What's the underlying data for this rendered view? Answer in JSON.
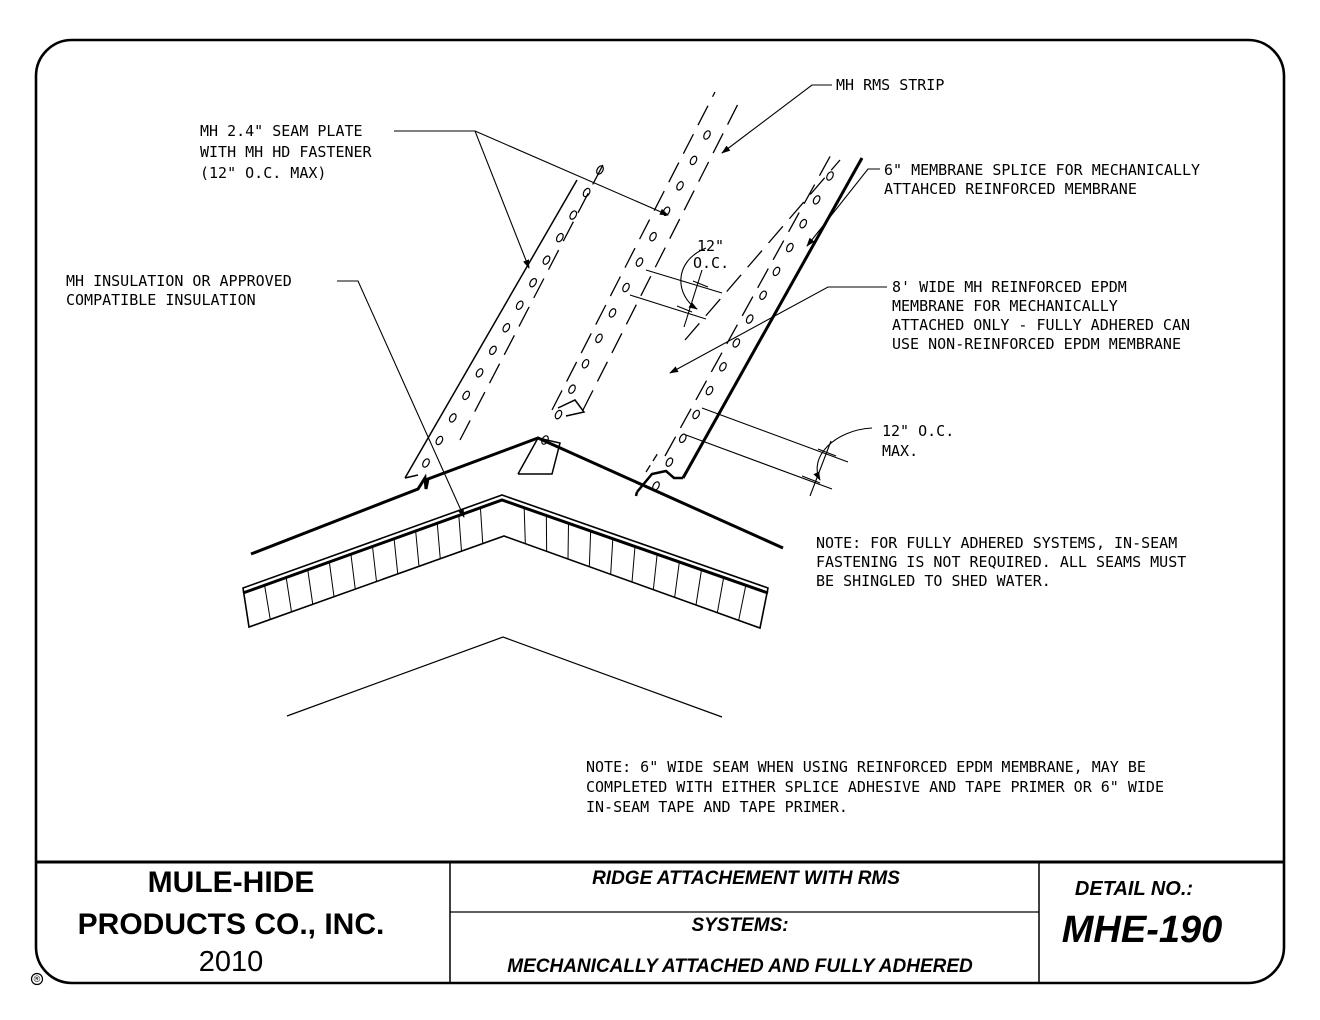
{
  "callouts": {
    "rms_strip": [
      "MH RMS STRIP"
    ],
    "seam_plate": [
      "MH 2.4\" SEAM PLATE",
      "WITH MH HD FASTENER",
      "(12\" O.C. MAX)"
    ],
    "insulation": [
      "MH INSULATION OR APPROVED",
      "COMPATIBLE INSULATION"
    ],
    "splice": [
      "6\" MEMBRANE SPLICE FOR MECHANICALLY",
      "ATTAHCED REINFORCED MEMBRANE"
    ],
    "membrane": [
      "8' WIDE MH REINFORCED EPDM",
      "MEMBRANE FOR MECHANICALLY",
      "ATTACHED ONLY - FULLY ADHERED CAN",
      "USE NON-REINFORCED EPDM MEMBRANE"
    ],
    "oc_upper": [
      "12\"",
      "O.C."
    ],
    "oc_lower": [
      "12\" O.C.",
      "MAX."
    ]
  },
  "notes": {
    "note1": [
      "NOTE:  FOR FULLY ADHERED SYSTEMS, IN-SEAM",
      "FASTENING IS NOT REQUIRED.  ALL SEAMS MUST",
      "BE SHINGLED TO SHED WATER."
    ],
    "note2": [
      "NOTE:  6\" WIDE SEAM WHEN USING REINFORCED EPDM MEMBRANE, MAY BE",
      "COMPLETED WITH EITHER SPLICE ADHESIVE AND TAPE PRIMER OR 6\" WIDE",
      "IN-SEAM TAPE AND TAPE PRIMER."
    ]
  },
  "title_block": {
    "company_line1": "MULE-HIDE",
    "company_line2": "PRODUCTS CO., INC.",
    "year": "2010",
    "title": "RIDGE ATTACHEMENT WITH RMS",
    "systems_label": "SYSTEMS:",
    "systems_value": "MECHANICALLY ATTACHED AND FULLY ADHERED",
    "detail_label": "DETAIL NO.:",
    "detail_number": "MHE-190",
    "registered_mark": "®"
  }
}
